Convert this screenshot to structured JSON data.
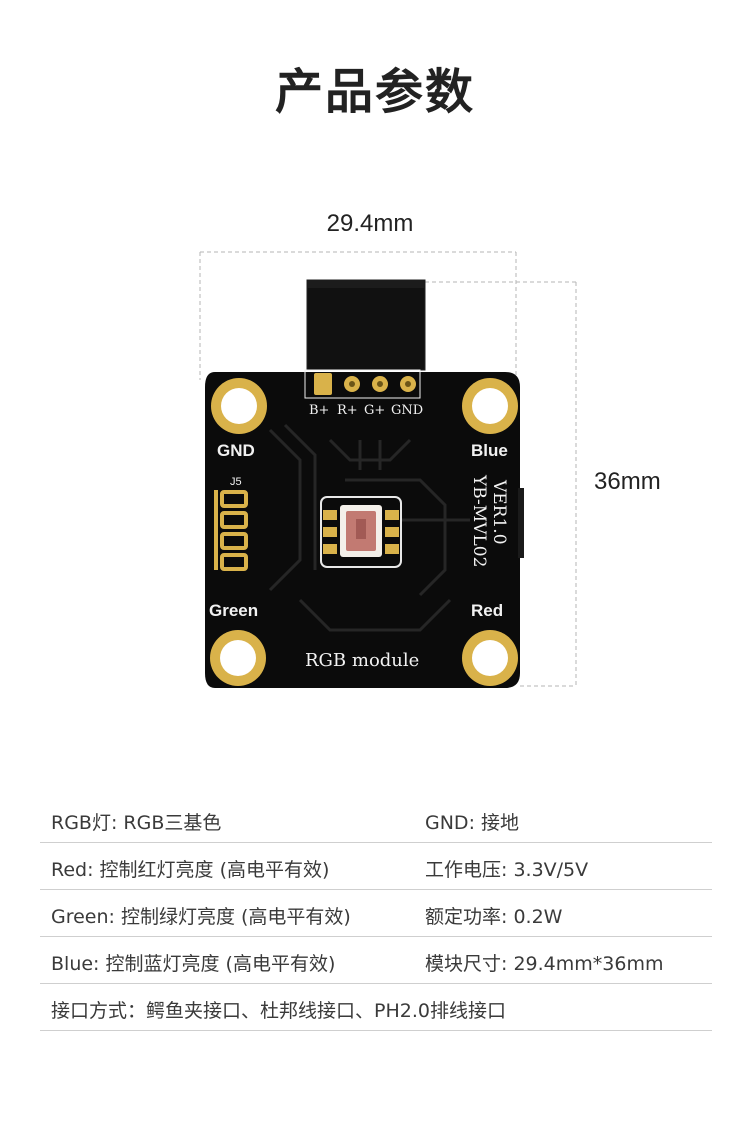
{
  "page": {
    "title": "产品参数"
  },
  "dimensions": {
    "width_label": "29.4mm",
    "height_label": "36mm"
  },
  "board": {
    "pin_labels": [
      "B+",
      "R+",
      "G+",
      "GND"
    ],
    "corner_labels": {
      "top_left": "GND",
      "top_right": "Blue",
      "bottom_left": "Green",
      "bottom_right": "Red"
    },
    "connector_label": "J5",
    "model_text": "YB-MVL02",
    "version_text": "VER1.0",
    "module_text": "RGB module",
    "colors": {
      "pcb": "#0b0b0b",
      "gold": "#d9b24a",
      "silkscreen": "#f2f2f2"
    }
  },
  "specs": {
    "rows": [
      {
        "left": "RGB灯: RGB三基色",
        "right": "GND: 接地"
      },
      {
        "left": "Red: 控制红灯亮度 (高电平有效)",
        "right": "工作电压: 3.3V/5V"
      },
      {
        "left": "Green: 控制绿灯亮度 (高电平有效)",
        "right": "额定功率: 0.2W"
      },
      {
        "left": "Blue: 控制蓝灯亮度 (高电平有效)",
        "right": "模块尺寸: 29.4mm*36mm"
      },
      {
        "left": "接口方式：鳄鱼夹接口、杜邦线接口、PH2.0排线接口",
        "right": ""
      }
    ]
  }
}
